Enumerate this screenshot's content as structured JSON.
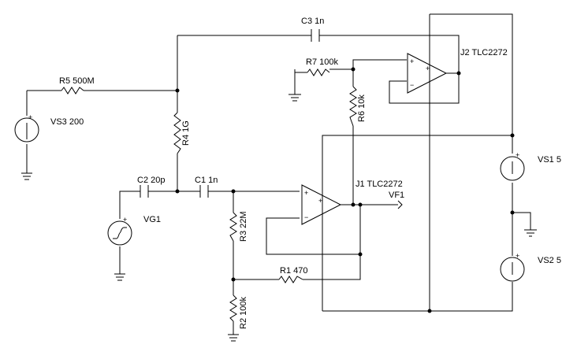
{
  "colors": {
    "wire": "#000000",
    "background": "#ffffff"
  },
  "labels": {
    "c3": "C3 1n",
    "j2": "J2 TLC2272",
    "r7": "R7 100k",
    "r5": "R5 500M",
    "r6": "R6 10k",
    "vs3": "VS3 200",
    "r4": "R4 1G",
    "vs1": "VS1 5",
    "c2": "C2 20p",
    "c1": "C1 1n",
    "j1": "J1 TLC2272",
    "vf1": "VF1",
    "vg1": "VG1",
    "r3": "R3 22M",
    "vs2": "VS2 5",
    "r1": "R1 470",
    "r2": "R2 100k"
  },
  "signs": {
    "plus": "+",
    "minus": "−"
  },
  "icons": {
    "ground": "ground-icon",
    "dc_source": "dc-voltage-source-icon",
    "signal_generator": "step-generator-icon",
    "opamp": "opamp-triangle-icon",
    "resistor": "resistor-zigzag-icon",
    "capacitor": "capacitor-icon",
    "node": "junction-dot-icon"
  }
}
